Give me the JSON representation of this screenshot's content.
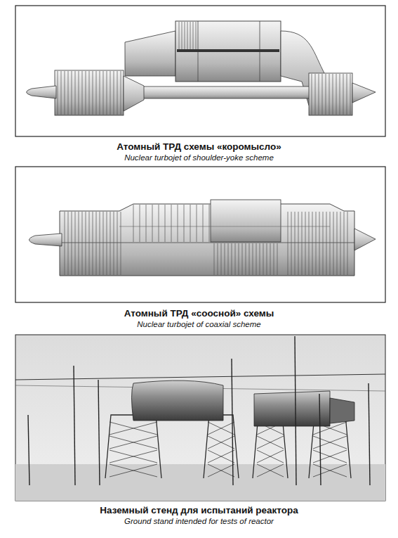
{
  "diagram": {
    "labels": [
      "Атомный ТРД схемы «коромысло»",
      "Nuclear turbojet of shoulder-yoke scheme",
      "Атомный ТРД «соосной» схемы",
      "Nuclear turbojet of coaxial scheme",
      "Наземный стенд для испытаний реактора",
      "Ground stand intended for tests of reactor"
    ]
  }
}
